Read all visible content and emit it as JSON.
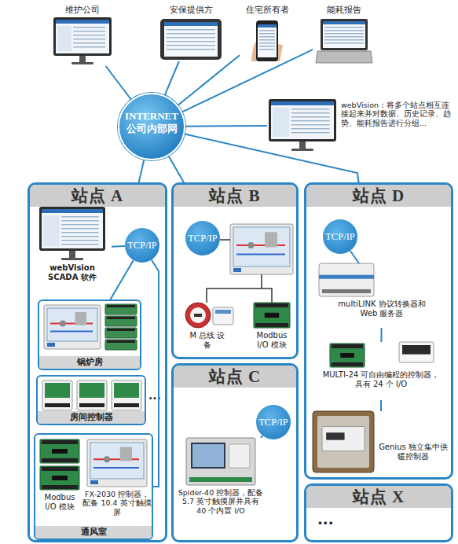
{
  "diagram": {
    "nodes": [
      {
        "text": [
          "维护公司"
        ]
      },
      {
        "text": [
          "安保提供方"
        ]
      },
      {
        "text": [
          "住宅所有者"
        ]
      },
      {
        "text": [
          "能耗报告"
        ]
      },
      {
        "text": [
          "INTERNET 公司内部网"
        ]
      },
      {
        "text": [
          "webVision：将多个站点相互连接起来并对数据、历史记录、趋势、能耗报告进行分组..."
        ]
      },
      {
        "text": [
          "站点 A"
        ]
      },
      {
        "text": [
          "TCP/IP"
        ],
        "in": 6
      },
      {
        "text": [
          "webVision SCADA 软件"
        ],
        "in": 6
      },
      {
        "text": [
          "锅炉房"
        ],
        "in": 6
      },
      {
        "text": [
          "房间控制器"
        ],
        "in": 6
      },
      {
        "text": [
          "通风室"
        ],
        "in": 6
      },
      {
        "text": [
          "Modbus I/O 模块"
        ],
        "in": 11
      },
      {
        "text": [
          "FX-2030 控制器，配备 10.4 英寸触摸屏"
        ],
        "in": 11
      },
      {
        "text": [
          "站点 B"
        ]
      },
      {
        "text": [
          "TCP/IP"
        ],
        "in": 14
      },
      {
        "text": [
          "M 总线 设备"
        ],
        "in": 14
      },
      {
        "text": [
          "Modbus I/O 模块"
        ],
        "in": 14
      },
      {
        "text": [
          "站点 C"
        ]
      },
      {
        "text": [
          "TCP/IP"
        ],
        "in": 18
      },
      {
        "text": [
          "Spider-40 控制器，配备 5.7 英寸触摸屏并具有 40 个内置 I/O"
        ],
        "in": 18
      },
      {
        "text": [
          "站点 D"
        ]
      },
      {
        "text": [
          "TCP/IP"
        ],
        "in": 21
      },
      {
        "text": [
          "multiLINK 协议转换器和 Web 服务器"
        ],
        "in": 21
      },
      {
        "text": [
          "MULTI-24 可自由编程的控制器，具有 24 个 I/O"
        ],
        "in": 21
      },
      {
        "text": [
          "Genius 独立集中供暖控制器"
        ],
        "in": 21
      },
      {
        "text": [
          "站点 X",
          "..."
        ]
      }
    ],
    "edges": [
      {
        "from": 4,
        "to": 0,
        "arrow": "none"
      },
      {
        "from": 4,
        "to": 1,
        "arrow": "none"
      },
      {
        "from": 4,
        "to": 2,
        "arrow": "none"
      },
      {
        "from": 4,
        "to": 3,
        "arrow": "none"
      },
      {
        "from": 4,
        "to": 5,
        "arrow": "none"
      },
      {
        "from": 4,
        "to": 6,
        "arrow": "none"
      },
      {
        "from": 4,
        "to": 14,
        "arrow": "none"
      },
      {
        "from": 4,
        "to": 21,
        "arrow": "none"
      },
      {
        "from": 7,
        "to": 8,
        "arrow": "none"
      },
      {
        "from": 7,
        "to": 9,
        "arrow": "none"
      },
      {
        "from": 7,
        "to": 11,
        "arrow": "none"
      },
      {
        "from": 19,
        "to": 20,
        "arrow": "none"
      },
      {
        "from": 22,
        "to": 23,
        "arrow": "none"
      },
      {
        "from": 23,
        "to": 24,
        "arrow": "none"
      },
      {
        "from": 24,
        "to": 25,
        "arrow": "none"
      }
    ],
    "labels": [
      "..."
    ]
  }
}
